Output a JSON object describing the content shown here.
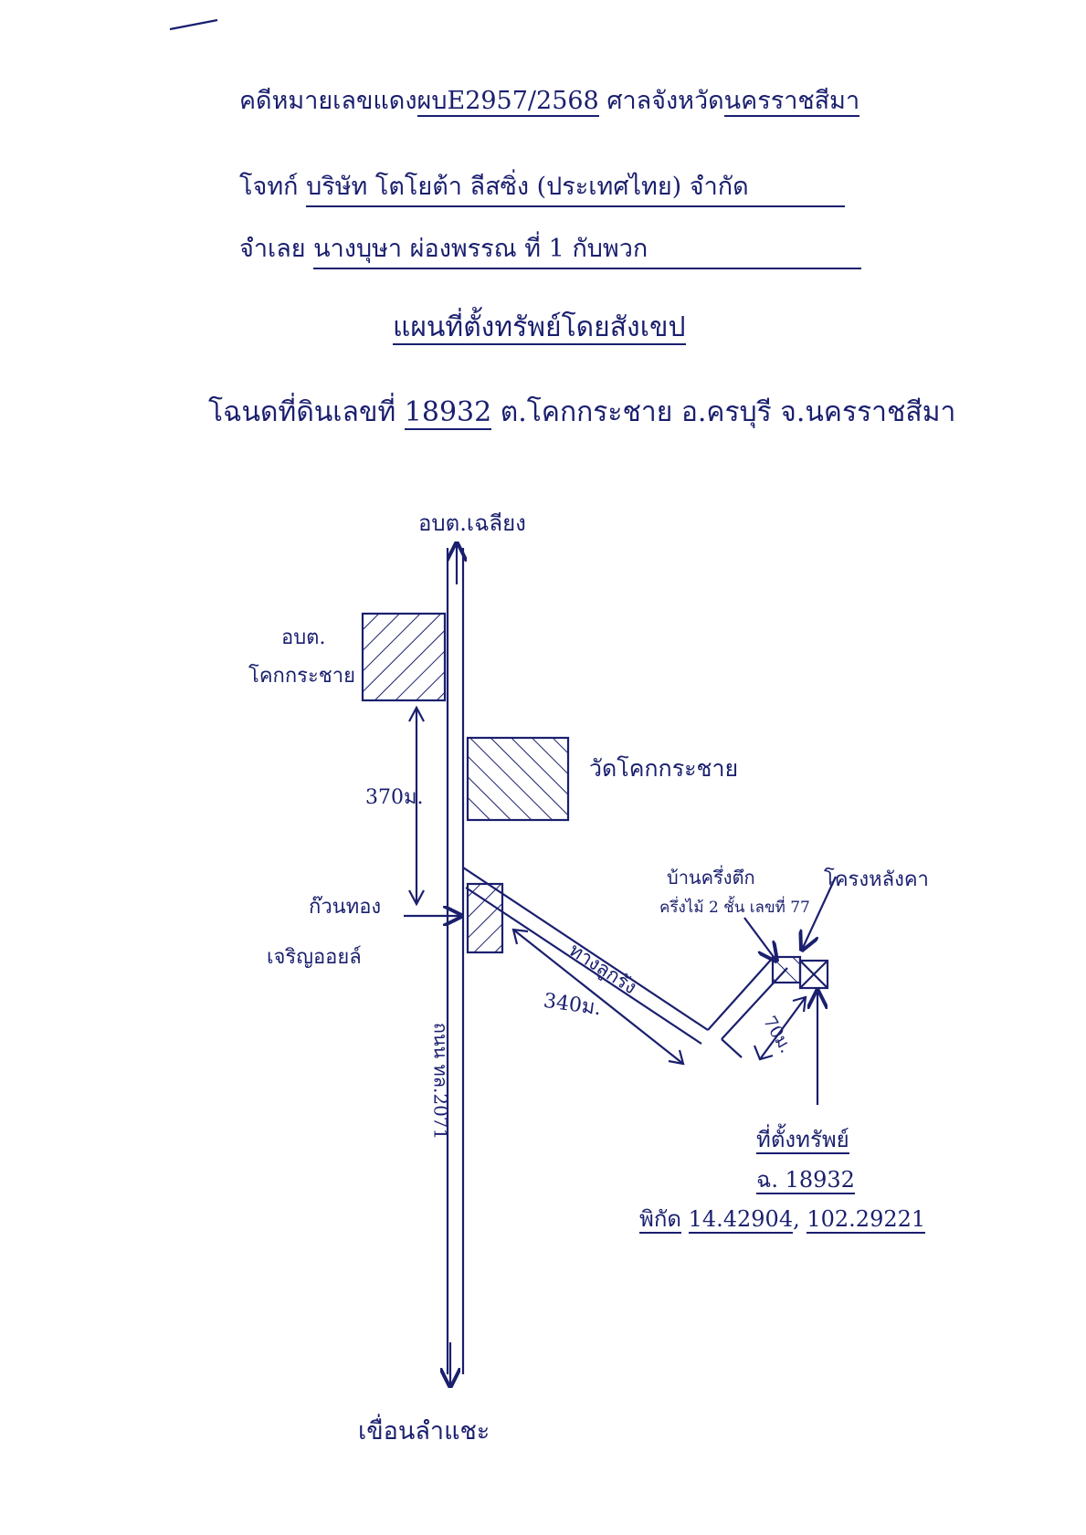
{
  "header": {
    "case_label": "คดีหมายเลขแดง",
    "case_number": "ผบE2957/2568",
    "court_label": "ศาลจังหวัด",
    "court_name": "นครราชสีมา",
    "plaintiff_label": "โจทก์",
    "plaintiff_name": "บริษัท โตโยต้า ลีสซิ่ง (ประเทศไทย) จำกัด",
    "defendant_label": "จำเลย",
    "defendant_name": "นางบุษา ผ่องพรรณ ที่ 1 กับพวก"
  },
  "title": "แผนที่ตั้งทรัพย์โดยสังเขป",
  "deed_line": {
    "prefix": "โฉนดที่ดินเลขที่",
    "number": "18932",
    "location": "ต.โคกกระชาย อ.ครบุรี จ.นครราชสีมา"
  },
  "map": {
    "north_label": "อบต.เฉลียง",
    "south_label": "เขื่อนลำแชะ",
    "road_label": "ถนน ทล.2071",
    "sao_label_1": "อบต.",
    "sao_label_2": "โคกกระชาย",
    "temple_label": "วัดโคกกระชาย",
    "distance_1": "370ม.",
    "gas_station_1": "ก๊วนทอง",
    "gas_station_2": "เจริญออยล์",
    "side_road_label": "ทางลูกรัง",
    "distance_2": "340ม.",
    "house_label_1": "บ้านครึ่งตึก",
    "house_label_2": "ครึ่งไม้ 2 ชั้น เลขที่ 77",
    "shed_label": "โครงหลังคา",
    "distance_3": "70ม.",
    "property_title": "ที่ตั้งทรัพย์",
    "property_deed": "ฉ. 18932",
    "coords_label": "พิกัด",
    "lat": "14.42904",
    "lon": "102.29221"
  },
  "colors": {
    "ink": "#1a1f6e"
  }
}
